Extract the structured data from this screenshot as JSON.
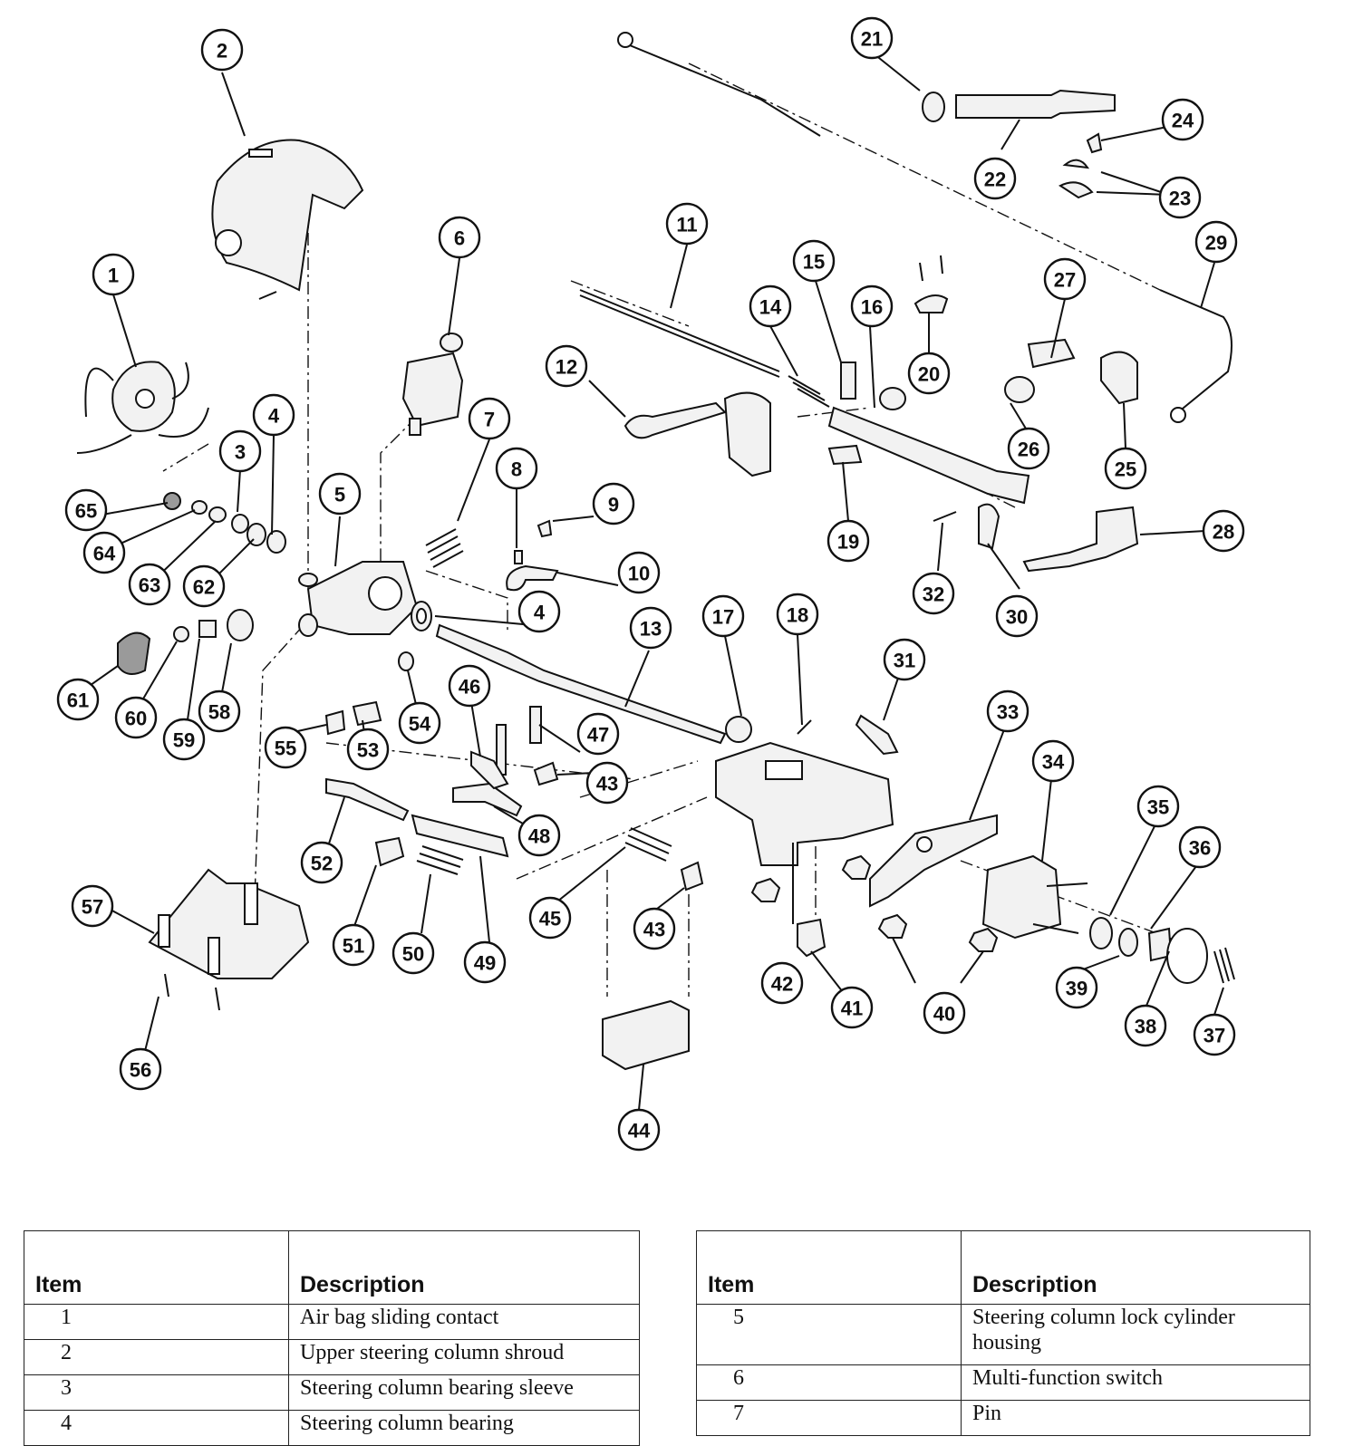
{
  "callouts": [
    {
      "n": "1"
    },
    {
      "n": "2"
    },
    {
      "n": "3"
    },
    {
      "n": "4"
    },
    {
      "n": "4"
    },
    {
      "n": "5"
    },
    {
      "n": "6"
    },
    {
      "n": "7"
    },
    {
      "n": "8"
    },
    {
      "n": "9"
    },
    {
      "n": "10"
    },
    {
      "n": "11"
    },
    {
      "n": "12"
    },
    {
      "n": "13"
    },
    {
      "n": "14"
    },
    {
      "n": "15"
    },
    {
      "n": "16"
    },
    {
      "n": "17"
    },
    {
      "n": "18"
    },
    {
      "n": "19"
    },
    {
      "n": "20"
    },
    {
      "n": "21"
    },
    {
      "n": "22"
    },
    {
      "n": "23"
    },
    {
      "n": "24"
    },
    {
      "n": "25"
    },
    {
      "n": "26"
    },
    {
      "n": "27"
    },
    {
      "n": "28"
    },
    {
      "n": "29"
    },
    {
      "n": "30"
    },
    {
      "n": "31"
    },
    {
      "n": "32"
    },
    {
      "n": "33"
    },
    {
      "n": "34"
    },
    {
      "n": "35"
    },
    {
      "n": "36"
    },
    {
      "n": "37"
    },
    {
      "n": "38"
    },
    {
      "n": "39"
    },
    {
      "n": "40"
    },
    {
      "n": "41"
    },
    {
      "n": "42"
    },
    {
      "n": "43"
    },
    {
      "n": "43"
    },
    {
      "n": "44"
    },
    {
      "n": "45"
    },
    {
      "n": "46"
    },
    {
      "n": "47"
    },
    {
      "n": "48"
    },
    {
      "n": "49"
    },
    {
      "n": "50"
    },
    {
      "n": "51"
    },
    {
      "n": "52"
    },
    {
      "n": "53"
    },
    {
      "n": "54"
    },
    {
      "n": "55"
    },
    {
      "n": "56"
    },
    {
      "n": "57"
    },
    {
      "n": "58"
    },
    {
      "n": "59"
    },
    {
      "n": "60"
    },
    {
      "n": "61"
    },
    {
      "n": "62"
    },
    {
      "n": "63"
    },
    {
      "n": "64"
    },
    {
      "n": "65"
    }
  ],
  "legend": {
    "header_item": "Item",
    "header_description": "Description",
    "left": [
      {
        "item": "1",
        "description": "Air bag sliding contact"
      },
      {
        "item": "2",
        "description": "Upper steering column shroud"
      },
      {
        "item": "3",
        "description": "Steering column bearing sleeve"
      },
      {
        "item": "4",
        "description": "Steering column bearing"
      }
    ],
    "right": [
      {
        "item": "5",
        "description": "Steering column lock cylinder housing"
      },
      {
        "item": "6",
        "description": "Multi-function switch"
      },
      {
        "item": "7",
        "description": "Pin"
      }
    ]
  }
}
